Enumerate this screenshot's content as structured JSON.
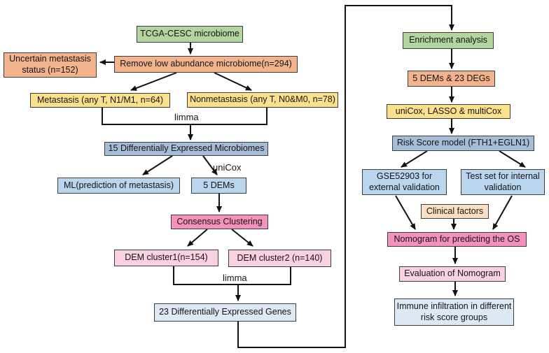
{
  "diagram": {
    "title": "Study workflow flowchart",
    "colors": {
      "green": "#b3d5a0",
      "salmon": "#f3b48d",
      "yellow": "#fbe18c",
      "blue_medium": "#a6bdda",
      "blue_light": "#bad5ee",
      "blue_pale": "#dde9f5",
      "pink_bright": "#f591bd",
      "pink_light": "#f9d1e3",
      "peach": "#fbdfc4",
      "border": "#3d3d3d",
      "arrow": "#111111",
      "background": "#ffffff"
    },
    "nodes": {
      "tcga": "TCGA-CESC microbiome",
      "uncertain": "Uncertain metastasis status (n=152)",
      "remove": "Remove low abundance microbiome(n=294)",
      "metastasis": "Metastasis (any T, N1/M1, n=64)",
      "nonmetastasis": "Nonmetastasis (any T, N0&M0, n=78)",
      "dem15": "15 Differentially Expressed Microbiomes",
      "ml": "ML(prediction of metastasis)",
      "dems5": "5 DEMs",
      "consensus": "Consensus Clustering",
      "cluster1": "DEM cluster1(n=154)",
      "cluster2": "DEM cluster2 (n=140)",
      "deg23": "23 Differentially Expressed Genes",
      "enrichment": "Enrichment analysis",
      "degs": "5 DEMs & 23 DEGs",
      "cox": "uniCox, LASSO & multiCox",
      "risk": "Risk Score model (FTH1+EGLN1)",
      "gse": "GSE52903 for external validation",
      "test": "Test set for internal validation",
      "clinical": "Clinical factors",
      "nomogram": "Nomogram for predicting the OS",
      "evaluation": "Evaluation of Nomogram",
      "immune": "Immune infiltration in different risk score groups"
    },
    "edge_labels": {
      "limma1": "limma",
      "unicox": "uniCox",
      "limma2": "limma"
    }
  }
}
